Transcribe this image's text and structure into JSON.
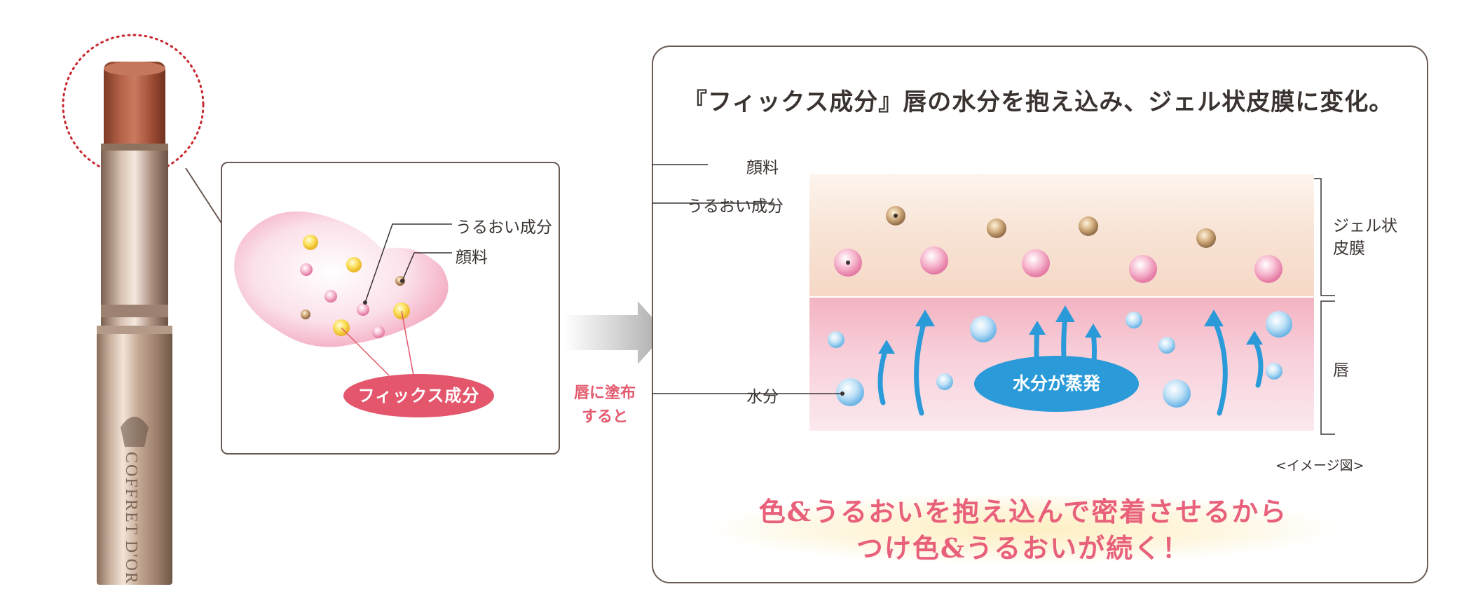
{
  "product": {
    "brand_text": "COFFRET D'OR"
  },
  "zoom": {
    "moist_label": "うるおい成分",
    "pigment_label": "顔料",
    "fix_label": "フィックス成分"
  },
  "transition": {
    "line1": "唇に塗布",
    "line2": "すると"
  },
  "diagram": {
    "headline": "『フィックス成分』唇の水分を抱え込み、ジェル状皮膜に変化。",
    "pigment_label": "顔料",
    "moist_label": "うるおい成分",
    "water_label": "水分",
    "gel_label_line1": "ジェル状",
    "gel_label_line2": "皮膜",
    "lip_label": "唇",
    "evaporation_label": "水分が蒸発",
    "image_note": "<イメージ図>"
  },
  "tagline": {
    "line1": "色&うるおいを抱え込んで密着させるから",
    "line2": "つけ色&うるおいが続く！"
  },
  "colors": {
    "accent_pink": "#e3566b",
    "water_blue": "#2b9ad8",
    "outline": "#6b5a54",
    "lipstick": "#a8573f"
  },
  "icons": [
    "lipstick-illustration",
    "arrow-right-icon",
    "up-arrow-icon",
    "bubble-icon"
  ]
}
